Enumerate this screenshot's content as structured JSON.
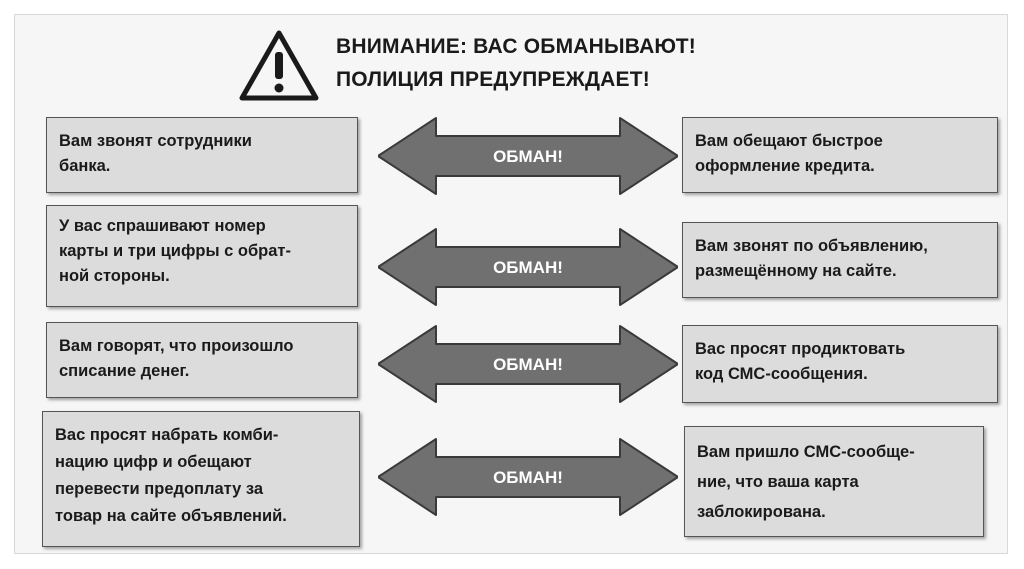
{
  "title": {
    "line1": "ВНИМАНИЕ: ВАС ОБМАНЫВАЮТ!",
    "line2": "ПОЛИЦИЯ ПРЕДУПРЕЖДАЕТ!"
  },
  "icon": "warning-triangle-icon",
  "colors": {
    "box_fill": "#dcdcdc",
    "arrow_fill": "#707070"
  },
  "rows": [
    {
      "left": [
        "Вам звонят сотрудники",
        "банка."
      ],
      "arrow_label": "ОБМАН!",
      "right": [
        "Вам обещают быстрое",
        "оформление кредита."
      ]
    },
    {
      "left": [
        "У вас спрашивают номер",
        "карты и три цифры с обрат-",
        "ной стороны."
      ],
      "arrow_label": "ОБМАН!",
      "right": [
        "Вам звонят по объявлению,",
        "размещённому на сайте."
      ]
    },
    {
      "left": [
        "Вам говорят, что произошло",
        "списание денег."
      ],
      "arrow_label": "ОБМАН!",
      "right": [
        "Вас просят продиктовать",
        "код СМС-сообщения."
      ]
    },
    {
      "left": [
        "Вас просят набрать комби-",
        "нацию цифр и обещают",
        "перевести предоплату за",
        "товар на сайте объявлений."
      ],
      "arrow_label": "ОБМАН!",
      "right": [
        "Вам пришло СМС-сообще-",
        "ние, что ваша карта",
        "заблокирована."
      ]
    }
  ]
}
